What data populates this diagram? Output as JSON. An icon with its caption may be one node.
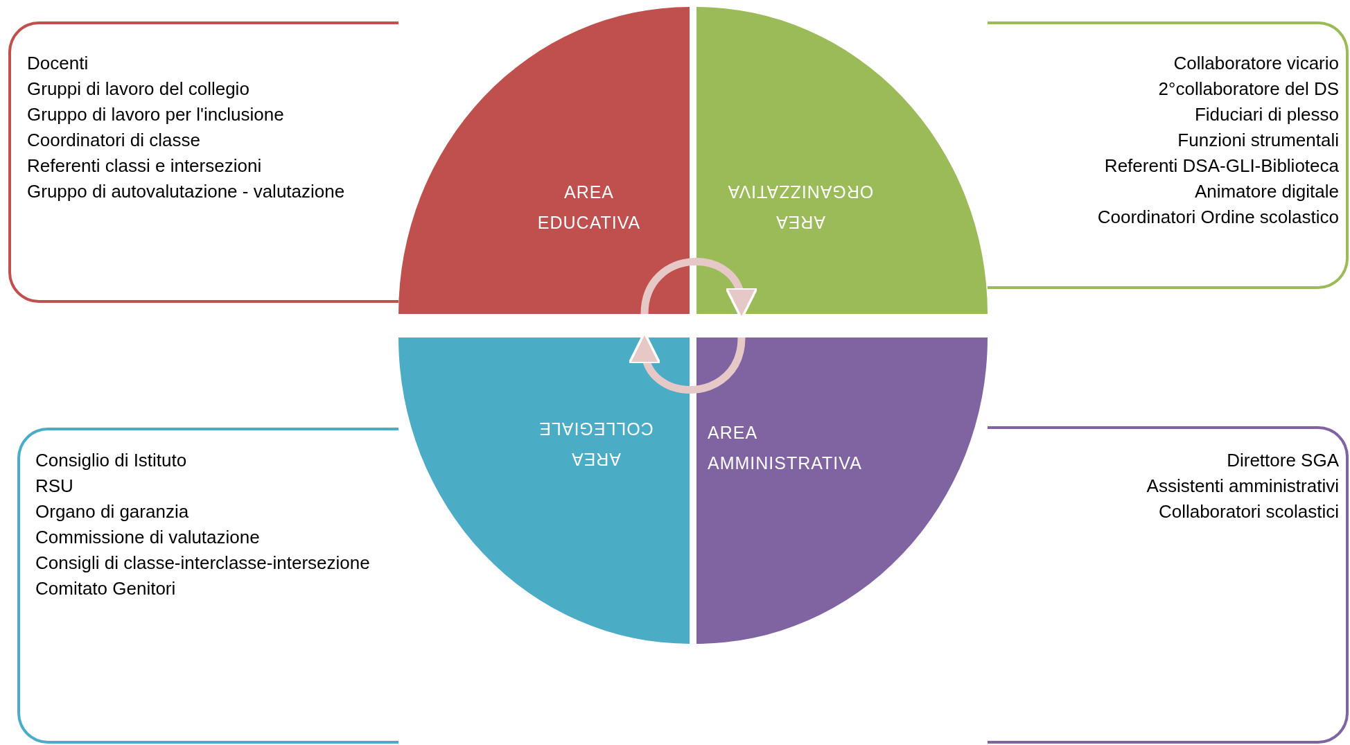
{
  "diagram": {
    "nodes": [
      {
        "text": [
          "Docenti",
          "Gruppi di lavoro del collegio",
          "Gruppo di lavoro per l'inclusione",
          "Coordinatori di classe",
          "Referenti classi e intersezioni",
          "Gruppo di autovalutazione - valutazione"
        ]
      },
      {
        "text": [
          "Collaboratore vicario",
          "2°collaboratore del DS",
          "Fiduciari di plesso",
          "Funzioni strumentali",
          "Referenti DSA-GLI-Biblioteca",
          "Animatore digitale",
          "Coordinatori Ordine scolastico"
        ]
      },
      {
        "text": [
          "Consiglio di Istituto",
          "RSU",
          "Organo di garanzia",
          "Commissione di valutazione",
          "Consigli di classe-interclasse-intersezione",
          "Comitato Genitori"
        ]
      },
      {
        "text": [
          "Direttore SGA",
          "Assistenti amministrativi",
          "Collaboratori scolastici"
        ]
      },
      {
        "text": [
          "AREA EDUCATIVA"
        ]
      },
      {
        "text": [
          "AREA ORGANIZZATIVA"
        ]
      },
      {
        "text": [
          "AREA COLLEGIALE"
        ]
      },
      {
        "text": [
          "AREA AMMINISTRATIVA"
        ]
      }
    ],
    "edges": [
      {
        "from": 4,
        "to": 5,
        "arrow": "to"
      },
      {
        "from": 7,
        "to": 6,
        "arrow": "to"
      }
    ]
  }
}
